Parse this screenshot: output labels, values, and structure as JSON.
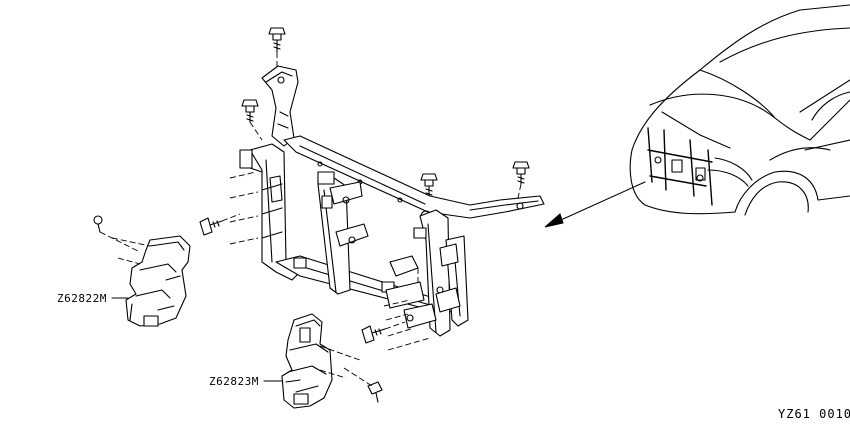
{
  "labels": {
    "part_left": "Z62822M",
    "part_bottom": "Z62823M"
  },
  "figure_code": "YZ61 0010"
}
